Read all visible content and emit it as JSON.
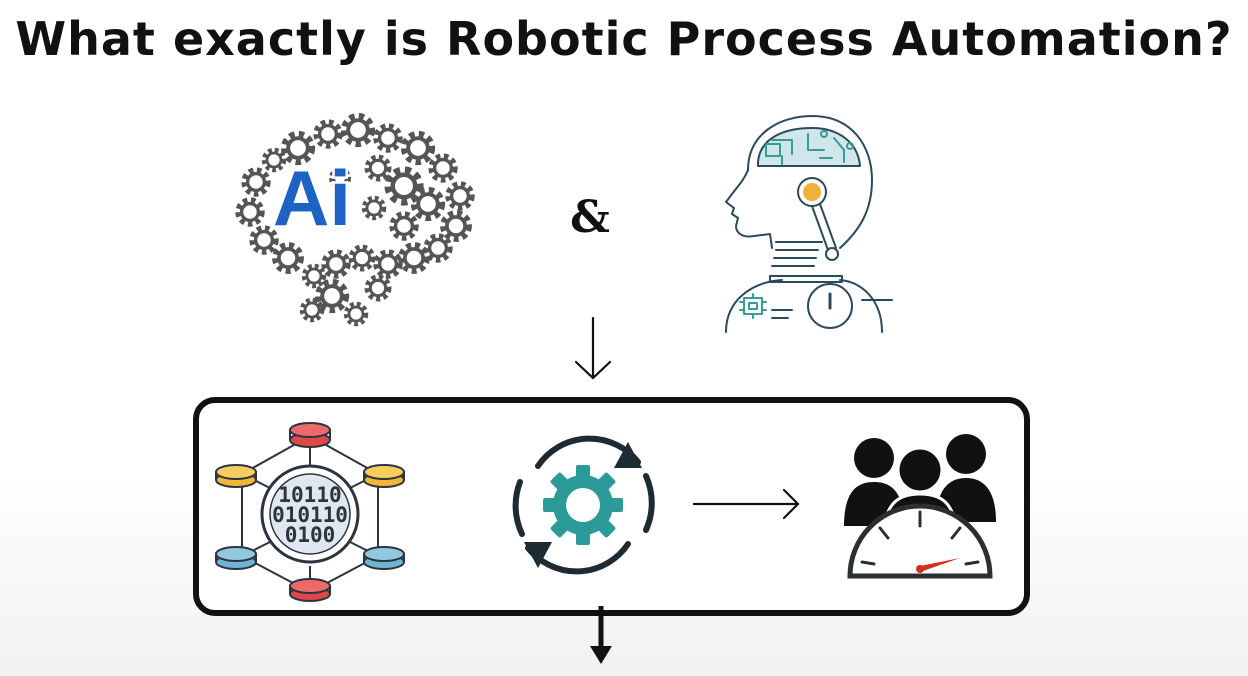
{
  "title": "What exactly is Robotic Process Automation?",
  "connector": "&",
  "ai_brain": {
    "label": "Ai",
    "label_color": "#1e62c4",
    "gear_color": "#555555"
  },
  "robot": {
    "line_color": "#2b4a5e",
    "circuit_color": "#3a9a98",
    "accent_color": "#f0b03a"
  },
  "data_network": {
    "binary_lines": [
      "10110",
      "010110",
      "0100"
    ],
    "colors": {
      "top": "#e04848",
      "side_upper": "#f2b739",
      "side_lower": "#6fb4d0",
      "bottom": "#e04848"
    }
  },
  "automation_cycle": {
    "gear_color": "#2d9a9a"
  },
  "performance": {
    "people_color": "#111111",
    "needle_color": "#d62d1e"
  }
}
